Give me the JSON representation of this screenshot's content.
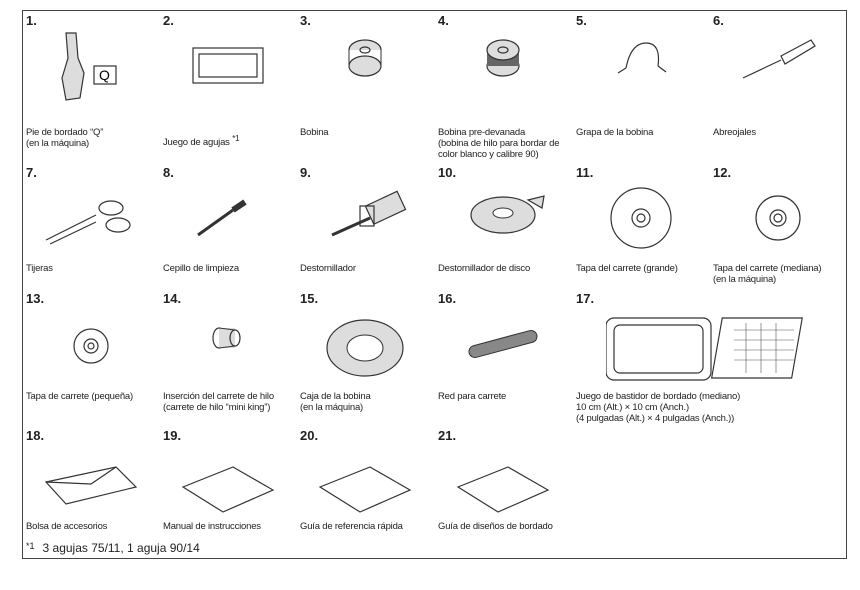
{
  "items": [
    {
      "num": "1.",
      "label": "Pie de bordado “Q”\n(en la máquina)",
      "icon": "presser-foot-icon",
      "callout": "Q"
    },
    {
      "num": "2.",
      "label": "Juego de agujas",
      "sup": "*1",
      "icon": "needle-pack-icon"
    },
    {
      "num": "3.",
      "label": "Bobina",
      "icon": "bobbin-icon"
    },
    {
      "num": "4.",
      "label": "Bobina pre-devanada\n(bobina de hilo para bordar de\ncolor blanco y calibre 90)",
      "icon": "prewound-bobbin-icon"
    },
    {
      "num": "5.",
      "label": "Grapa de la bobina",
      "icon": "bobbin-clip-icon"
    },
    {
      "num": "6.",
      "label": "Abreojales",
      "icon": "seam-ripper-icon"
    },
    {
      "num": "7.",
      "label": "Tijeras",
      "icon": "scissors-icon"
    },
    {
      "num": "8.",
      "label": "Cepillo de limpieza",
      "icon": "cleaning-brush-icon"
    },
    {
      "num": "9.",
      "label": "Destornillador",
      "icon": "screwdriver-icon"
    },
    {
      "num": "10.",
      "label": "Destornillador de disco",
      "icon": "disc-screwdriver-icon"
    },
    {
      "num": "11.",
      "label": "Tapa del carrete (grande)",
      "icon": "spool-cap-large-icon"
    },
    {
      "num": "12.",
      "label": "Tapa del carrete (mediana)\n(en la máquina)",
      "icon": "spool-cap-medium-icon"
    },
    {
      "num": "13.",
      "label": "Tapa de carrete (pequeña)",
      "icon": "spool-cap-small-icon"
    },
    {
      "num": "14.",
      "label": "Inserción del carrete de hilo\n(carrete de hilo “mini king”)",
      "icon": "spool-insert-icon"
    },
    {
      "num": "15.",
      "label": "Caja de la bobina\n(en la máquina)",
      "icon": "bobbin-case-icon"
    },
    {
      "num": "16.",
      "label": "Red para carrete",
      "icon": "spool-net-icon"
    },
    {
      "num": "17.",
      "label": "Juego de bastidor de bordado (mediano)\n10 cm (Alt.) × 10 cm (Anch.)\n(4 pulgadas (Alt.) × 4 pulgadas (Anch.))",
      "icon": "embroidery-frame-icon"
    },
    {
      "num": "18.",
      "label": "Bolsa de accesorios",
      "icon": "accessory-bag-icon"
    },
    {
      "num": "19.",
      "label": "Manual de instrucciones",
      "icon": "manual-icon"
    },
    {
      "num": "20.",
      "label": "Guía de referencia rápida",
      "icon": "quick-guide-icon"
    },
    {
      "num": "21.",
      "label": "Guía de diseños de bordado",
      "icon": "design-guide-icon"
    }
  ],
  "footnote": {
    "mark": "*1",
    "text": "3 agujas 75/11, 1 aguja 90/14"
  }
}
